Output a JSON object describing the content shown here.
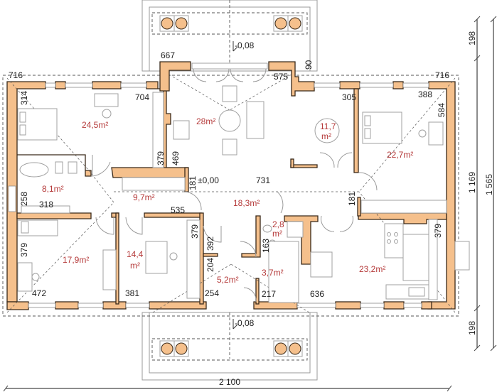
{
  "plan": {
    "type": "floor-plan",
    "overall_width_label": "2 100",
    "overall_depth_labels": [
      "198",
      "1 169",
      "198",
      "1 565"
    ],
    "levels": {
      "terrace_top": "-0,08",
      "terrace_bottom": "-0,08",
      "ground": "±0,00"
    }
  },
  "rooms": [
    {
      "id": "bedroom-nw",
      "area": "24,5m²"
    },
    {
      "id": "bathroom",
      "area": "8,1m²"
    },
    {
      "id": "hall",
      "area": "9,7m²"
    },
    {
      "id": "living",
      "area": "28m²"
    },
    {
      "id": "dining",
      "area_line1": "11,7",
      "area_line2": "m²"
    },
    {
      "id": "corridor",
      "area": "18,3m²"
    },
    {
      "id": "bedroom-ne",
      "area": "22,7m²"
    },
    {
      "id": "bedroom-sw",
      "area": "17,9m²"
    },
    {
      "id": "office",
      "area_line1": "14,4",
      "area_line2": "m²"
    },
    {
      "id": "wc",
      "area_line1": "2,8",
      "area_line2": "m²"
    },
    {
      "id": "entry",
      "area": "5,2m²"
    },
    {
      "id": "stairs",
      "area": "3,7m²"
    },
    {
      "id": "kitchen",
      "area": "23,2m²"
    }
  ],
  "dimensions": {
    "d716_left": "716",
    "d314": "314",
    "d704": "704",
    "d379_a": "379",
    "d469": "469",
    "d667": "667",
    "d575": "575",
    "d90": "90",
    "d305": "305",
    "d388": "388",
    "d716_right": "716",
    "d584": "584",
    "d731": "731",
    "d181_a": "181",
    "d181_b": "181",
    "d258": "258",
    "d318": "318",
    "d535": "535",
    "d379_b": "379",
    "d379_c": "379",
    "d392": "392",
    "d204": "204",
    "d163": "163",
    "d379_d": "379",
    "d472": "472",
    "d381": "381",
    "d254": "254",
    "d217": "217",
    "d636": "636"
  }
}
